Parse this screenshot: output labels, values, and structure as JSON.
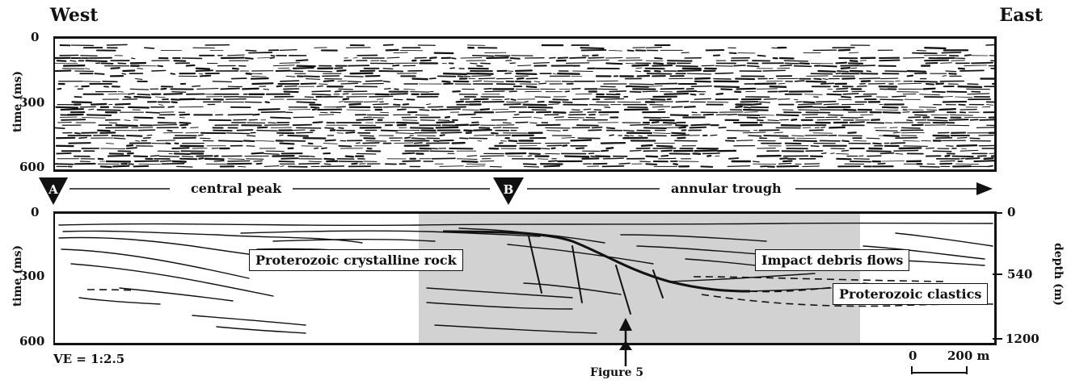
{
  "header": {
    "left": "West",
    "right": "East"
  },
  "seismic_panel": {
    "ylabel": "time (ms)",
    "ticks": [
      "0",
      "300",
      "600"
    ]
  },
  "interpretation_panel": {
    "ylabel_left": "time (ms)",
    "ticks_left": [
      "0",
      "300",
      "600"
    ],
    "ylabel_right": "depth (m)",
    "ticks_right": [
      "0",
      "540",
      "1200"
    ],
    "labels": {
      "crystalline": "Proterozoic crystalline rock",
      "debris": "Impact debris flows",
      "clastics": "Proterozoic clastics"
    }
  },
  "profile": {
    "marker_a": "A",
    "marker_b": "B",
    "zone_1": "central peak",
    "zone_2": "annular trough"
  },
  "footer": {
    "ve": "VE = 1:2.5",
    "figure_ref": "Figure 5",
    "scale_zero": "0",
    "scale_length": "200 m"
  },
  "colors": {
    "shaded_zone": "#d2d2d2",
    "ink": "#111111"
  }
}
